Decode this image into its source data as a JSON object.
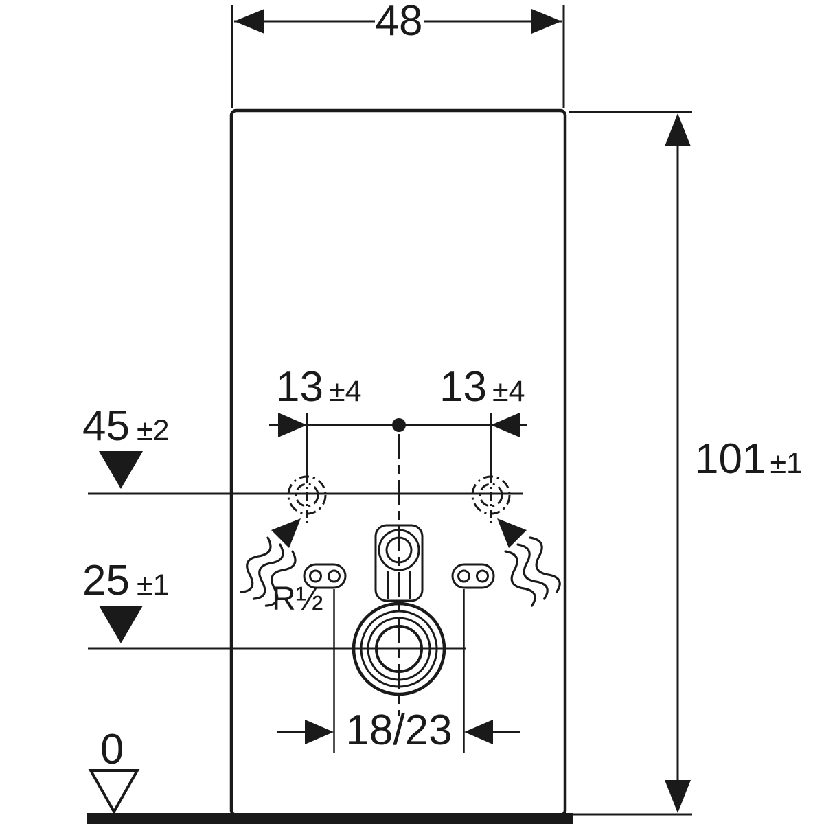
{
  "colors": {
    "ink": "#1a1a1a",
    "bg": "#ffffff"
  },
  "drawing": {
    "labels": {
      "width": {
        "value": "48"
      },
      "height": {
        "value": "101",
        "tolerance": "±1"
      },
      "h45": {
        "value": "45",
        "tolerance": "±2"
      },
      "h25": {
        "value": "25",
        "tolerance": "±1"
      },
      "zero": {
        "value": "0"
      },
      "left13": {
        "value": "13",
        "tolerance": "±4"
      },
      "right13": {
        "value": "13",
        "tolerance": "±4"
      },
      "supply_thread": {
        "value": "R½"
      },
      "outlet_span": {
        "value": "18/23"
      }
    }
  }
}
